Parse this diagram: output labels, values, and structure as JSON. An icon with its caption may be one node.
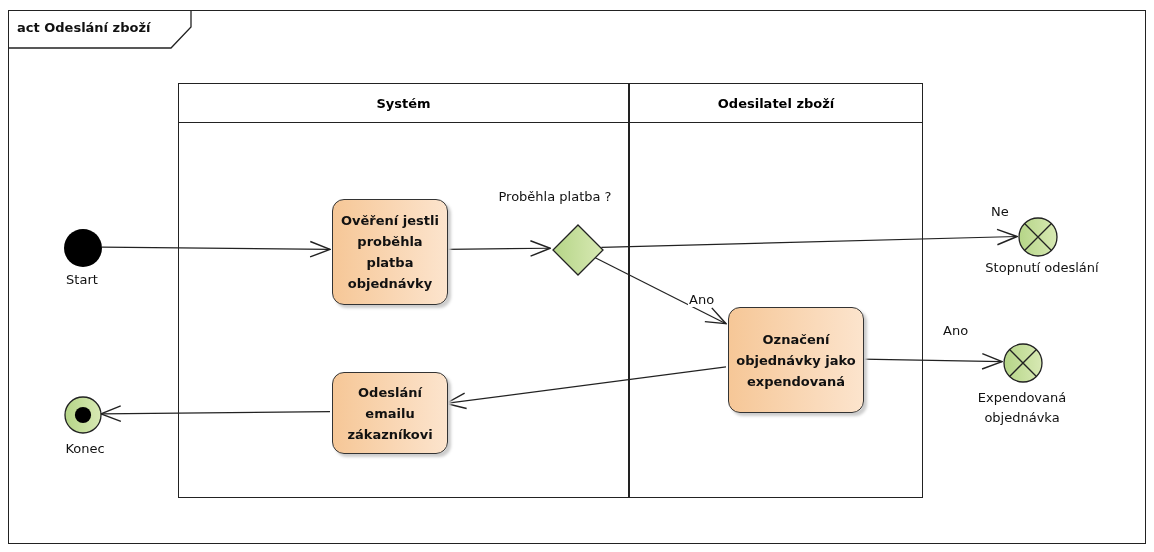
{
  "diagram": {
    "nodes": [
      {
        "text": [
          "act Odeslání zboží"
        ]
      },
      {
        "text": [
          "Systém"
        ],
        "in": 0
      },
      {
        "text": [
          "Odesilatel zboží"
        ],
        "in": 0
      },
      {
        "text": [],
        "shape": "circle",
        "beside": [
          "Start"
        ],
        "in": 0
      },
      {
        "text": [
          "Ověření jestli proběhla platba objednávky"
        ],
        "in": 1
      },
      {
        "text": [],
        "shape": "diamond",
        "beside": [
          "Proběhla platba ?"
        ],
        "in": 1
      },
      {
        "text": [],
        "shape": "x-circle",
        "beside": [
          "Stopnutí odeslání"
        ],
        "in": 0
      },
      {
        "text": [
          "Označení objednávky jako expendovaná"
        ],
        "in": 2
      },
      {
        "text": [],
        "shape": "x-circle",
        "beside": [
          "Expendovaná objednávka"
        ],
        "in": 0
      },
      {
        "text": [
          "Odeslání emailu zákazníkovi"
        ],
        "in": 1
      },
      {
        "text": [],
        "shape": "bullseye",
        "beside": [
          "Konec"
        ],
        "in": 0
      }
    ],
    "edges": [
      {
        "from": 3,
        "to": 4,
        "arrow": "to"
      },
      {
        "from": 4,
        "to": 5,
        "arrow": "to"
      },
      {
        "from": 5,
        "to": 6,
        "arrow": "to",
        "label": "Ne"
      },
      {
        "from": 5,
        "to": 7,
        "arrow": "to",
        "label": "Ano"
      },
      {
        "from": 7,
        "to": 8,
        "arrow": "to",
        "label": "Ano"
      },
      {
        "from": 7,
        "to": 9,
        "arrow": "to"
      },
      {
        "from": 9,
        "to": 10,
        "arrow": "to"
      }
    ]
  }
}
